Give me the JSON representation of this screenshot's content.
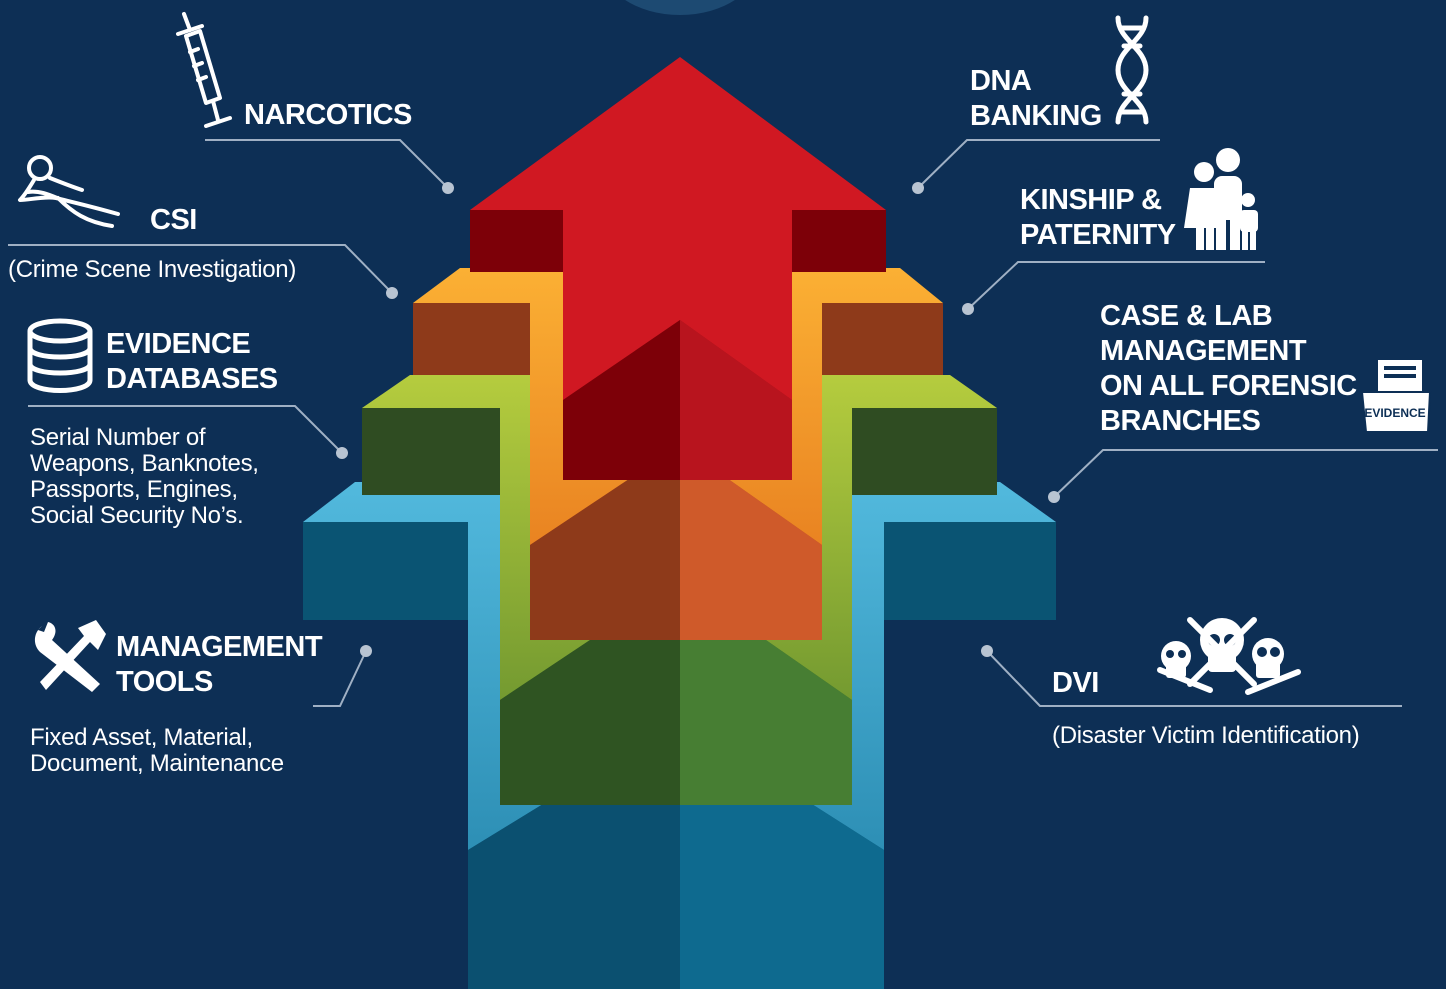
{
  "labels": {
    "narcotics": "NARCOTICS",
    "csi": "CSI",
    "csi_sub": "(Crime Scene Investigation)",
    "evidence": [
      "EVIDENCE",
      "DATABASES"
    ],
    "evidence_sub": [
      "Serial Number of",
      "Weapons, Banknotes,",
      "Passports, Engines,",
      "Social Security No’s."
    ],
    "management": [
      "MANAGEMENT",
      "TOOLS"
    ],
    "management_sub": [
      "Fixed Asset, Material,",
      "Document, Maintenance"
    ],
    "dna": [
      "DNA",
      "BANKING"
    ],
    "kinship": [
      "KINSHIP &",
      "PATERNITY"
    ],
    "case": [
      "CASE & LAB",
      "MANAGEMENT",
      "ON ALL FORENSIC",
      "BRANCHES"
    ],
    "dvi": "DVI",
    "dvi_sub": "(Disaster Victim Identification)",
    "evidence_folder": "EVIDENCE"
  },
  "icons": [
    "syringe-icon",
    "body-outline-icon",
    "database-icon",
    "tools-icon",
    "dna-icon",
    "family-icon",
    "evidence-folder-icon",
    "skulls-icon"
  ],
  "colors": {
    "background": "#0d2f55",
    "arrow_red": "#d01822",
    "layer_orange": "#f7941d",
    "layer_green": "#8aa62a",
    "layer_blue": "#3fa9d0",
    "connector": "#9fb0c4"
  }
}
